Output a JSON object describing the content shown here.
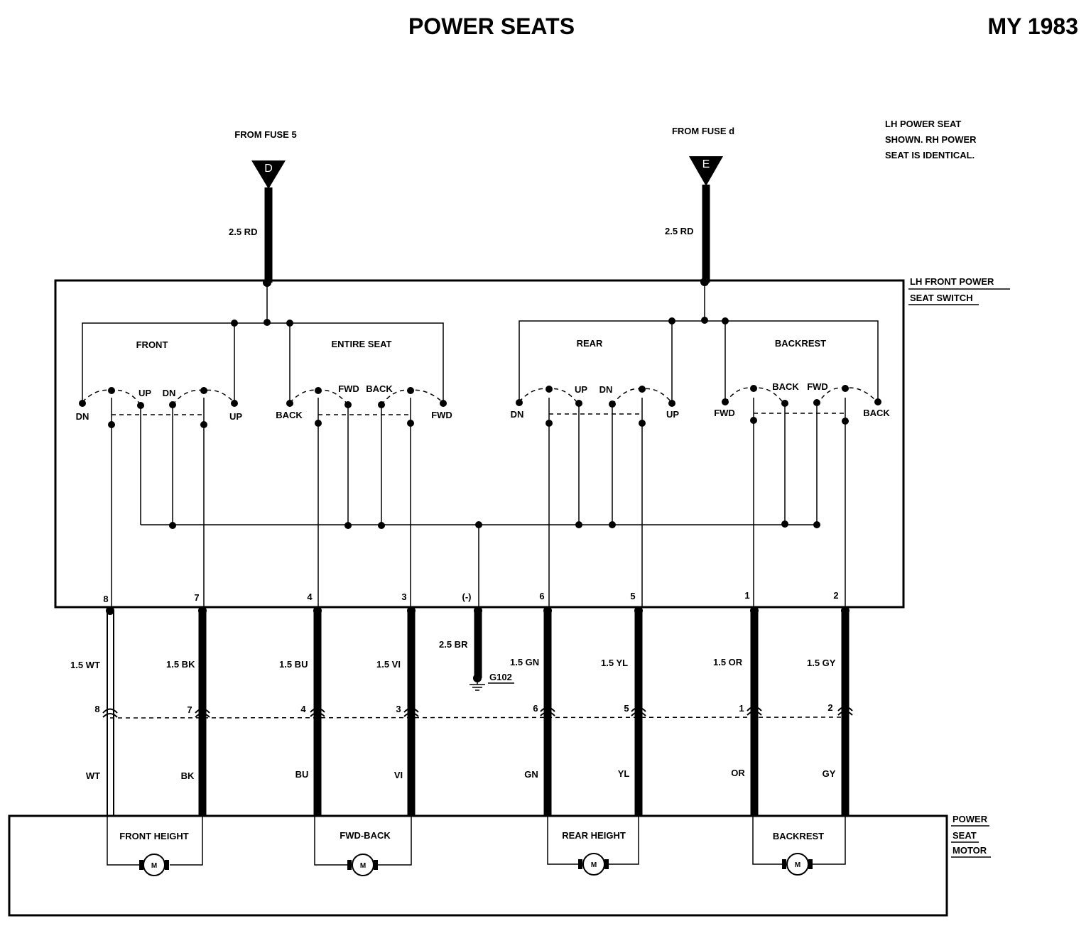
{
  "header": {
    "title": "POWER SEATS",
    "model_year": "MY 1983"
  },
  "note": [
    "LH POWER SEAT",
    "SHOWN.  RH POWER",
    "SEAT IS IDENTICAL."
  ],
  "feeds": [
    {
      "label": "FROM FUSE 5",
      "connector": "D",
      "wire": "2.5 RD"
    },
    {
      "label": "FROM FUSE d",
      "connector": "E",
      "wire": "2.5 RD"
    }
  ],
  "switch_box": {
    "label": [
      "LH FRONT POWER",
      "SEAT SWITCH"
    ],
    "sections": [
      {
        "name": "FRONT",
        "contacts": [
          "DN",
          "UP",
          "DN",
          "UP"
        ]
      },
      {
        "name": "ENTIRE SEAT",
        "contacts": [
          "BACK",
          "FWD",
          "BACK",
          "FWD"
        ]
      },
      {
        "name": "REAR",
        "contacts": [
          "DN",
          "UP",
          "DN",
          "UP"
        ]
      },
      {
        "name": "BACKREST",
        "contacts": [
          "FWD",
          "BACK",
          "FWD",
          "BACK"
        ]
      }
    ]
  },
  "ground": {
    "pin": "(-)",
    "wire": "2.5 BR",
    "label": "G102"
  },
  "wires": [
    {
      "pin": "8",
      "wire": "1.5 WT",
      "connector_pin": "8",
      "motor_wire": "WT"
    },
    {
      "pin": "7",
      "wire": "1.5 BK",
      "connector_pin": "7",
      "motor_wire": "BK"
    },
    {
      "pin": "4",
      "wire": "1.5 BU",
      "connector_pin": "4",
      "motor_wire": "BU"
    },
    {
      "pin": "3",
      "wire": "1.5 VI",
      "connector_pin": "3",
      "motor_wire": "VI"
    },
    {
      "pin": "6",
      "wire": "1.5 GN",
      "connector_pin": "6",
      "motor_wire": "GN"
    },
    {
      "pin": "5",
      "wire": "1.5 YL",
      "connector_pin": "5",
      "motor_wire": "YL"
    },
    {
      "pin": "1",
      "wire": "1.5 OR",
      "connector_pin": "1",
      "motor_wire": "OR"
    },
    {
      "pin": "2",
      "wire": "1.5 GY",
      "connector_pin": "2",
      "motor_wire": "GY"
    }
  ],
  "motor_box": {
    "label": [
      "POWER",
      "SEAT",
      "MOTOR"
    ],
    "motor_symbol": "M",
    "motors": [
      "FRONT HEIGHT",
      "FWD-BACK",
      "REAR HEIGHT",
      "BACKREST"
    ]
  }
}
